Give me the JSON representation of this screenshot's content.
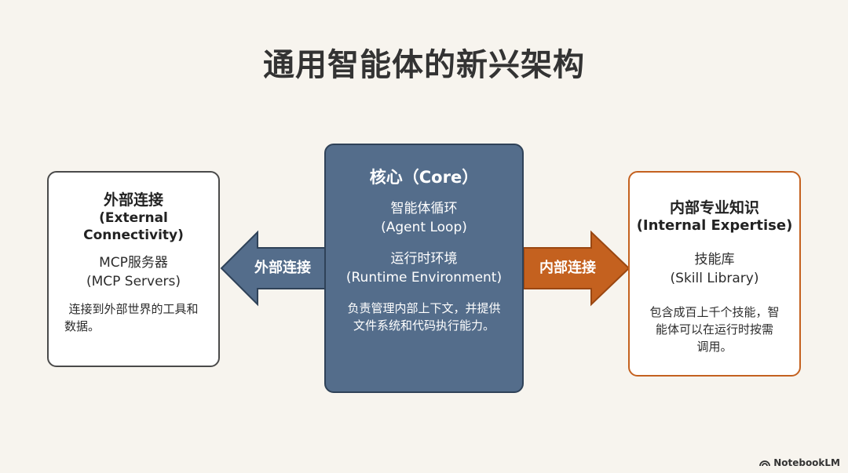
{
  "title": "通用智能体的新兴架构",
  "left_box": {
    "title": "外部连接",
    "title_en_1": "(External",
    "title_en_2": "Connectivity)",
    "item": "MCP服务器",
    "item_en": "(MCP Servers)",
    "desc_1": "连接到外部世界的工具和",
    "desc_2": "数据。"
  },
  "center_box": {
    "title": "核心（Core）",
    "item_1": "智能体循环",
    "item_1_en": "(Agent Loop)",
    "item_2": "运行时环境",
    "item_2_en": "(Runtime Environment)",
    "desc_1": "负责管理内部上下文，并提供",
    "desc_2": "文件系统和代码执行能力。"
  },
  "right_box": {
    "title": "内部专业知识",
    "title_en": "(Internal Expertise)",
    "item": "技能库",
    "item_en": "(Skill Library)",
    "desc_1": "包含成百上千个技能，智",
    "desc_2": "能体可以在运行时按需",
    "desc_3": "调用。"
  },
  "arrows": {
    "left_label": "外部连接",
    "right_label": "内部连接",
    "left_color": "#546d8b",
    "right_color": "#c4611f"
  },
  "brand": {
    "name": "NotebookLM",
    "icon": "notebooklm-logo-icon"
  }
}
